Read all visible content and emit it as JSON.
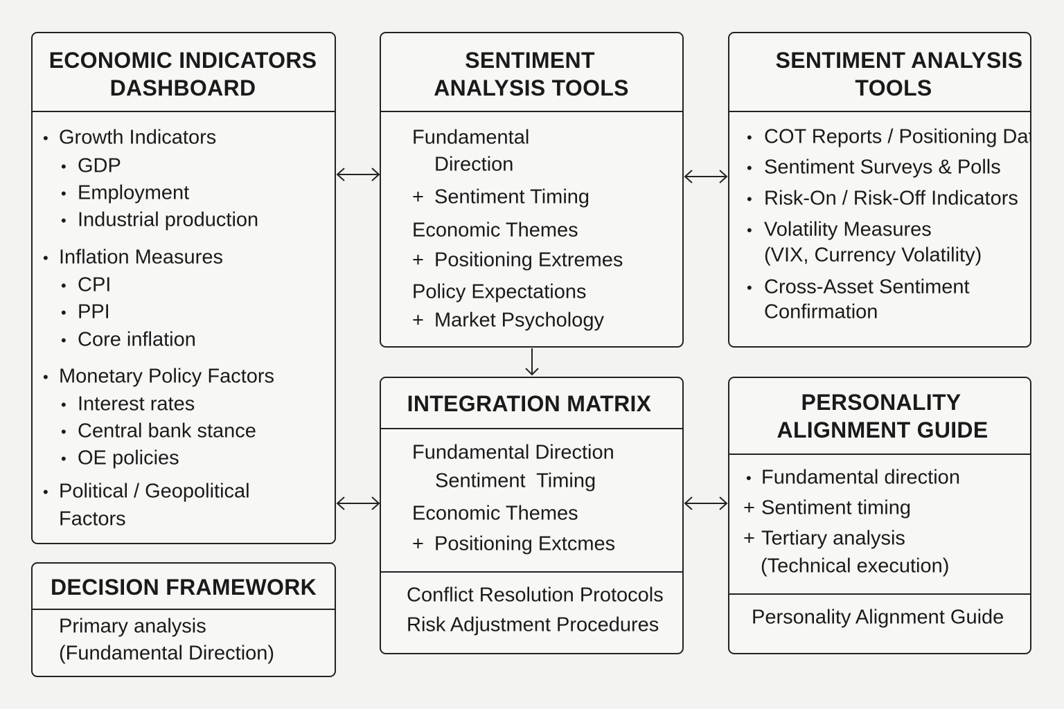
{
  "economic": {
    "title": [
      "ECONOMIC INDICATORS",
      "DASHBOARD"
    ],
    "groups": [
      {
        "label": "Growth Indicators",
        "items": [
          "GDP",
          "Employment",
          "Industrial production"
        ]
      },
      {
        "label": "Inflation Measures",
        "items": [
          "CPI",
          "PPI",
          "Core inflation"
        ]
      },
      {
        "label": "Monetary Policy Factors",
        "items": [
          "Interest rates",
          "Central bank stance",
          "OE policies"
        ]
      },
      {
        "label": [
          "Political / Geopolitical",
          "Factors"
        ],
        "items": []
      }
    ]
  },
  "sentiment_mid": {
    "title": [
      "SENTIMENT",
      "ANALYSIS TOOLS"
    ],
    "lines": [
      "Fundamental",
      "Direction",
      "Sentiment Timing",
      "Economic Themes",
      "Positioning Extremes",
      "Policy Expectations",
      "Market Psychology"
    ],
    "plus": "+"
  },
  "sentiment_right": {
    "title": [
      "SENTIMENT ANALYSIS",
      "TOOLS"
    ],
    "items": [
      "COT Reports / Positioning Data",
      "Sentiment Surveys & Polls",
      "Risk-On / Risk-Off Indicators",
      "Volatility Measures",
      "(VIX, Currency Volatility)",
      "Cross-Asset Sentiment",
      "Confirmation"
    ]
  },
  "decision": {
    "title": "DECISION FRAMEWORK",
    "lines": [
      "Primary analysis",
      "(Fundamental Direction)"
    ]
  },
  "integration": {
    "title": "INTEGRATION MATRIX",
    "lines": [
      "Fundamental Direction",
      "Sentiment  Timing",
      "Economic Themes",
      "Positioning Extcmes"
    ],
    "footer": [
      "Conflict Resolution Protocols",
      "Risk Adjustment Procedures"
    ]
  },
  "personality": {
    "title": [
      "PERSONALITY",
      "ALIGNMENT GUIDE"
    ],
    "lines": [
      "Fundamental direction",
      "Sentiment timing",
      "Tertiary analysis",
      "(Technical execution)"
    ],
    "footer": "Personality Alignment Guide"
  },
  "symbols": {
    "bullet": "•",
    "plus": "+"
  }
}
